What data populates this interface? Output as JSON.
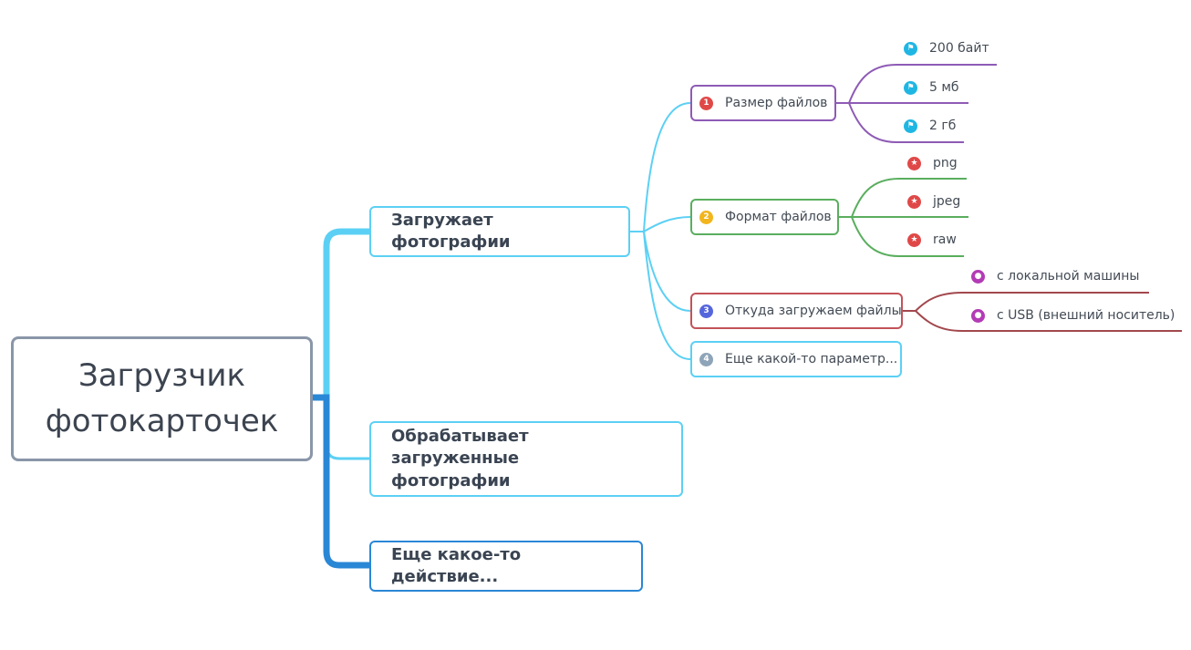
{
  "root": {
    "line1": "Загрузчик",
    "line2": "фотокарточек"
  },
  "main_topics": [
    {
      "label": "Загружает фотографии"
    },
    {
      "line1": "Обрабатывает загруженные",
      "line2": "фотографии"
    },
    {
      "label": "Еще какое-то действие..."
    }
  ],
  "subtopics": [
    {
      "number": "1",
      "label": "Размер файлов",
      "badge_color": "#e04848",
      "border_color": "#8e5bb5"
    },
    {
      "number": "2",
      "label": "Формат файлов",
      "badge_color": "#f2b51c",
      "border_color": "#5aae5e"
    },
    {
      "number": "3",
      "label": "Откуда загружаем файлы",
      "badge_color": "#5566dd",
      "border_color": "#c35358"
    },
    {
      "number": "4",
      "label": "Еще какой-то параметр...",
      "badge_color": "#8ea4b8",
      "border_color": "#5cd0f4"
    }
  ],
  "leaves": {
    "size": {
      "icon": "flag-icon",
      "icon_color": "#1fb6e3",
      "line_color": "#8e5bb5",
      "items": [
        "200 байт",
        "5 мб",
        "2 гб"
      ]
    },
    "format": {
      "icon": "star-icon",
      "icon_color": "#e04848",
      "line_color": "#5aae5e",
      "items": [
        "png",
        "jpeg",
        "raw"
      ]
    },
    "source": {
      "icon": "person-icon",
      "icon_color": "#b33bb5",
      "line_color": "#a2484d",
      "items": [
        "с локальной машины",
        "с USB (внешний носитель)"
      ]
    }
  },
  "colors": {
    "connector_light": "#5cd0f4",
    "connector_dark": "#2a87d6",
    "root_border": "#8a96a8"
  }
}
